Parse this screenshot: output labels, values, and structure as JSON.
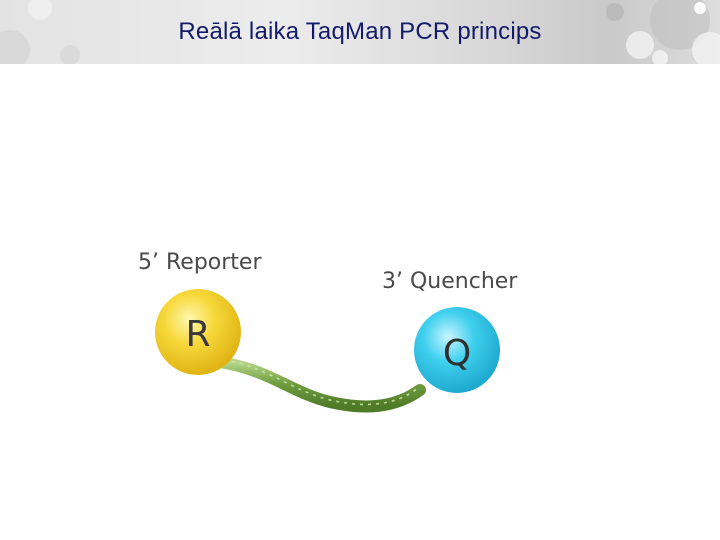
{
  "slide": {
    "title": "Reālā laika TaqMan PCR princips"
  },
  "diagram": {
    "reporter_label": "5’ Reporter",
    "quencher_label": "3’ Quencher",
    "reporter_letter": "R",
    "quencher_letter": "Q",
    "colors": {
      "reporter": "#f2cd2a",
      "quencher": "#2ec6e6",
      "probe_strand": "#7aa84a",
      "title_text": "#141a6b"
    }
  }
}
